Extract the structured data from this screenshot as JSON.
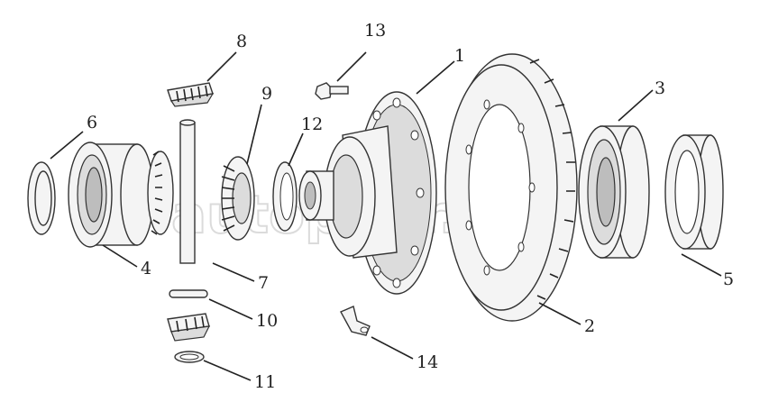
{
  "diagram": {
    "labels": {
      "p1": "1",
      "p2": "2",
      "p3": "3",
      "p4": "4",
      "p5": "5",
      "p6": "6",
      "p7": "7",
      "p8": "8",
      "p9": "9",
      "p10": "10",
      "p11": "11",
      "p12": "12",
      "p13": "13",
      "p14": "14"
    },
    "watermark": "autopiter.ru"
  }
}
